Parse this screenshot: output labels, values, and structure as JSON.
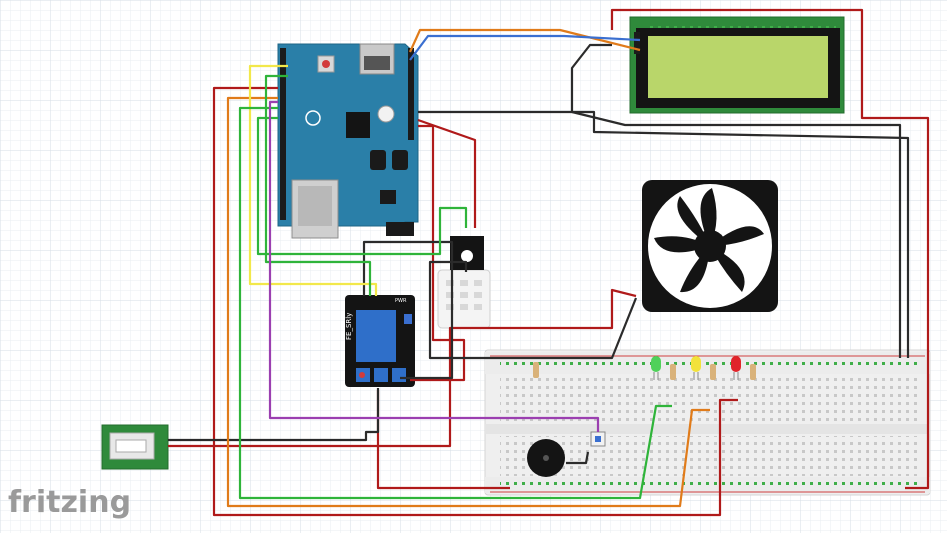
{
  "app": {
    "brand": "fritzing"
  },
  "relay": {
    "label": "FE_SRly",
    "led_label": "PWR"
  },
  "leds": [
    {
      "color_name": "green",
      "hex": "#4fd15a"
    },
    {
      "color_name": "yellow",
      "hex": "#f2e23a"
    },
    {
      "color_name": "red",
      "hex": "#e0242a"
    }
  ],
  "colors": {
    "arduino_board": "#2a7fa8",
    "lcd_screen": "#b9d66a",
    "wire_red": "#b01a1a",
    "wire_black": "#2b2b2b",
    "wire_green": "#2fb43a",
    "wire_yellow": "#f2e84a",
    "wire_orange": "#e07b1a",
    "wire_blue": "#3a6fd0",
    "wire_purple": "#9b3fb0",
    "grid_line": "#dfe6ec"
  }
}
